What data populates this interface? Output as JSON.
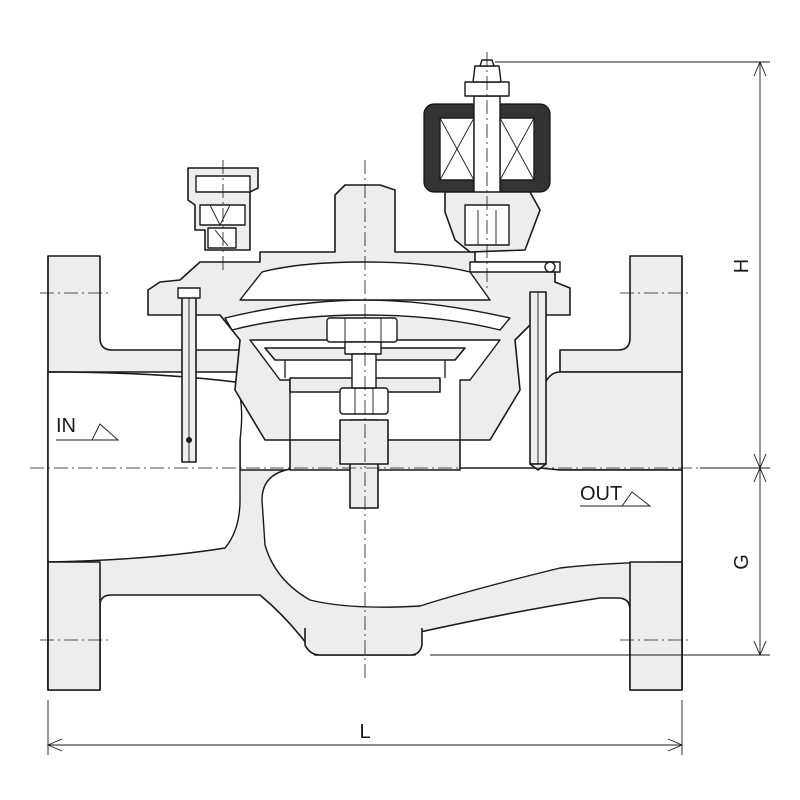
{
  "labels": {
    "inlet": "IN",
    "outlet": "OUT"
  },
  "dimensions": {
    "length": "L",
    "height": "H",
    "gap": "G"
  },
  "colors": {
    "line": "#1a1a1a",
    "body_fill": "#ededed",
    "coil_fill": "#333333"
  }
}
